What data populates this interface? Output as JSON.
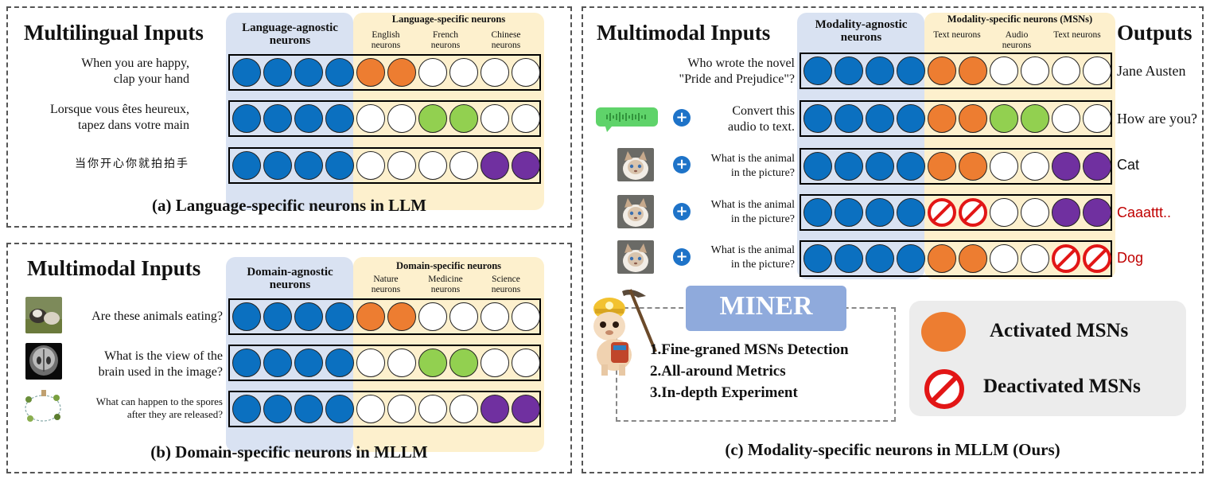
{
  "panel_a": {
    "title": "Multilingual Inputs",
    "agnostic_header": "Language-agnostic neurons",
    "specific_header": "Language-specific neurons",
    "col_labels": [
      "English neurons",
      "French neurons",
      "Chinese neurons"
    ],
    "rows": [
      {
        "text": "When you are happy,\nclap your hand"
      },
      {
        "text": "Lorsque vous êtes heureux,\ntapez dans votre main"
      },
      {
        "text": "当你开心你就拍拍手"
      }
    ],
    "caption": "(a) Language-specific neurons in LLM"
  },
  "panel_b": {
    "title": "Multimodal Inputs",
    "agnostic_header": "Domain-agnostic neurons",
    "specific_header": "Domain-specific neurons",
    "col_labels": [
      "Nature neurons",
      "Medicine neurons",
      "Science neurons"
    ],
    "rows": [
      {
        "text": "Are these animals eating?"
      },
      {
        "text": "What is the view of the\nbrain used in the image?"
      },
      {
        "text": "What can happen to the spores\nafter they are released?"
      }
    ],
    "caption": "(b) Domain-specific neurons in MLLM"
  },
  "panel_c": {
    "title": "Multimodal Inputs",
    "outputs_header": "Outputs",
    "agnostic_header": "Modality-agnostic neurons",
    "specific_header": "Modality-specific neurons (MSNs)",
    "col_labels": [
      "Text neurons",
      "Audio neurons",
      "Text neurons"
    ],
    "rows": [
      {
        "text": "Who wrote the novel\n\"Pride and Prejudice\"?",
        "output": "Jane Austen",
        "output_color": "#111111"
      },
      {
        "text": "Convert this\naudio to text.",
        "output": "How are you?",
        "output_color": "#111111"
      },
      {
        "text": "What is the animal\nin the picture?",
        "output": "Cat",
        "output_color": "#111111"
      },
      {
        "text": "What is the animal\nin the picture?",
        "output": "Caaattt..",
        "output_color": "#c00000"
      },
      {
        "text": "What is the animal\nin the picture?",
        "output": "Dog",
        "output_color": "#c00000"
      }
    ],
    "miner_title": "MINER",
    "miner_items": [
      "1.Fine-graned MSNs Detection",
      "2.All-around Metrics",
      "3.In-depth Experiment"
    ],
    "legend": {
      "activated": "Activated MSNs",
      "deactivated": "Deactivated MSNs"
    },
    "caption": "(c) Modality-specific neurons in MLLM (Ours)"
  },
  "colors": {
    "agnostic": "#0b70c0",
    "english_text": "#ed7d31",
    "french_medicine_audio": "#92d050",
    "chinese_science": "#7030a0",
    "deactivated": "#e21616",
    "miner_box": "#8faadc",
    "legend_box": "#ececec"
  },
  "icons": [
    "audio-wave-icon",
    "plus-icon",
    "cat-image",
    "animals-image",
    "brain-scan-image",
    "spores-diagram-image",
    "llama-miner-mascot"
  ]
}
